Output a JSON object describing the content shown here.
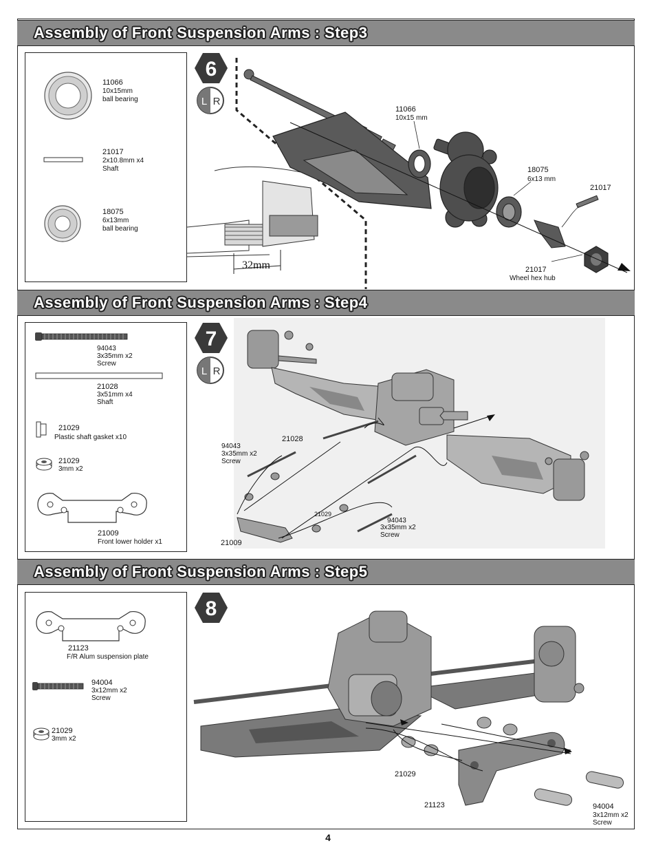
{
  "page_number": "4",
  "step3": {
    "title": "Assembly of Front Suspension Arms : Step3",
    "badge": "6",
    "lr": {
      "l": "L",
      "r": "R"
    },
    "parts": [
      {
        "code": "11066",
        "size": "10x15mm",
        "name": "ball bearing"
      },
      {
        "code": "21017",
        "size": "2x10.8mm x4",
        "name": "Shaft"
      },
      {
        "code": "18075",
        "size": "6x13mm",
        "name": "ball bearing"
      }
    ],
    "dimension": "32mm",
    "callouts": [
      {
        "code": "11066",
        "desc": "10x15 mm"
      },
      {
        "code": "18075",
        "desc": "6x13 mm"
      },
      {
        "code": "21017",
        "desc": ""
      },
      {
        "code": "21017",
        "desc": "Wheel hex hub"
      }
    ]
  },
  "step4": {
    "title": "Assembly of Front Suspension Arms : Step4",
    "badge": "7",
    "lr": {
      "l": "L",
      "r": "R"
    },
    "parts": [
      {
        "code": "94043",
        "size": "3x35mm x2",
        "name": "Screw"
      },
      {
        "code": "21028",
        "size": "3x51mm x4",
        "name": "Shaft"
      },
      {
        "code": "21029",
        "size": "",
        "name": "Plastic shaft gasket x10"
      },
      {
        "code": "21029",
        "size": "3mm x2",
        "name": ""
      },
      {
        "code": "21009",
        "size": "",
        "name": "Front  lower holder x1"
      }
    ],
    "callouts": [
      {
        "code": "94043",
        "size": "3x35mm x2",
        "name": "Screw"
      },
      {
        "code": "21028",
        "size": "",
        "name": ""
      },
      {
        "code": "21029",
        "size": "",
        "name": ""
      },
      {
        "code": "94043",
        "size": "3x35mm x2",
        "name": "Screw"
      },
      {
        "code": "21009",
        "size": "",
        "name": ""
      }
    ]
  },
  "step5": {
    "title": "Assembly of Front Suspension Arms : Step5",
    "badge": "8",
    "parts": [
      {
        "code": "21123",
        "size": "",
        "name": "F/R Alum suspension plate"
      },
      {
        "code": "94004",
        "size": "3x12mm x2",
        "name": "Screw"
      },
      {
        "code": "21029",
        "size": "3mm x2",
        "name": ""
      }
    ],
    "callouts": [
      {
        "code": "21029",
        "size": "",
        "name": ""
      },
      {
        "code": "21123",
        "size": "",
        "name": ""
      },
      {
        "code": "94004",
        "size": "3x12mm x2",
        "name": "Screw"
      }
    ]
  }
}
